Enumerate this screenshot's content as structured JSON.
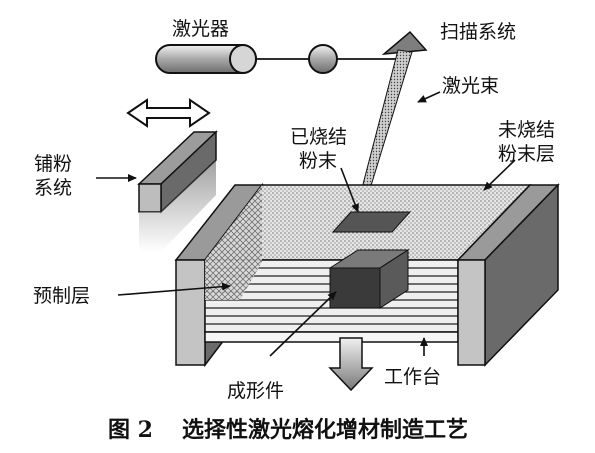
{
  "labels": {
    "laser": "激光器",
    "scanning_system": "扫描系统",
    "laser_beam": "激光束",
    "sintered_powder_line1": "已烧结",
    "sintered_powder_line2": "粉末",
    "unsintered_layer_line1": "未烧结",
    "unsintered_layer_line2": "粉末层",
    "powder_system_line1": "铺粉",
    "powder_system_line2": "系统",
    "preform_layer": "预制层",
    "formed_part": "成形件",
    "work_table": "工作台"
  },
  "caption": {
    "number": "图 2",
    "title": "选择性激光熔化增材制造工艺"
  },
  "colors": {
    "gray_dark": "#555555",
    "gray_mid": "#8c8c8c",
    "gray_light": "#c8c8c8",
    "outline": "#111111"
  }
}
